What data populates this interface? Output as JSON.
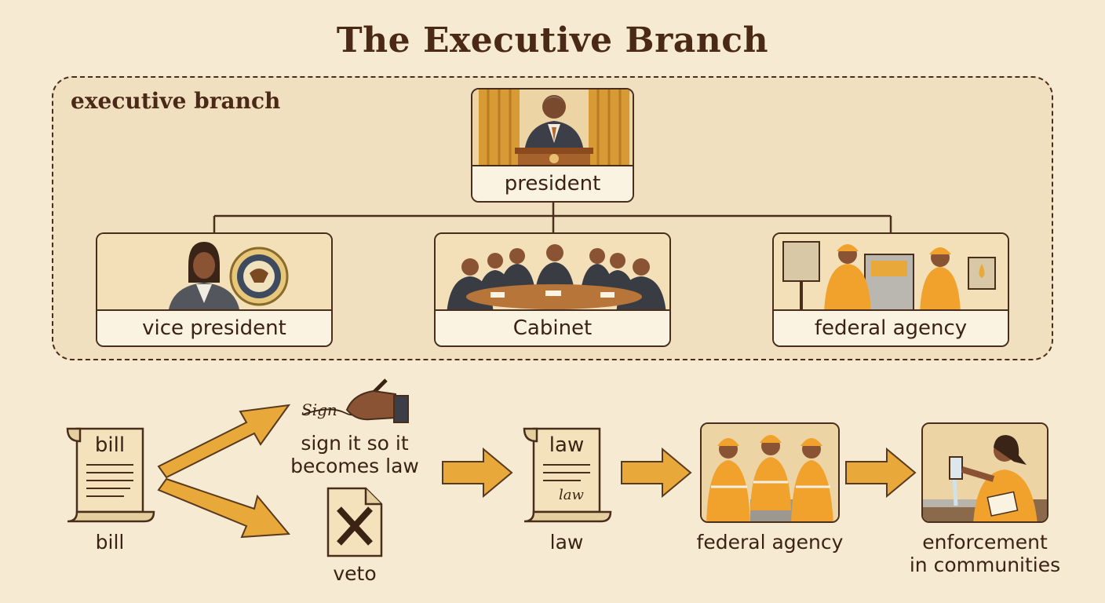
{
  "title": "The Executive Branch",
  "org_chart": {
    "group_label": "executive branch",
    "president": "president",
    "vice_president": "vice president",
    "cabinet": "Cabinet",
    "federal_agency": "federal agency"
  },
  "flow": {
    "bill_doc_text": "bill",
    "bill_label": "bill",
    "sign_script": "Sign",
    "sign_label_line1": "sign it so it",
    "sign_label_line2": "becomes law",
    "veto_label": "veto",
    "law_doc_text": "law",
    "law_signature": "law",
    "law_label": "law",
    "agency_label": "federal agency",
    "enforcement_line1": "enforcement",
    "enforcement_line2": "in communities"
  },
  "colors": {
    "background": "#f6ebd2",
    "group_fill": "#f1e0c0",
    "outline": "#4a2e1c",
    "arrow": "#e9a93a",
    "curtain": "#d89a34",
    "vest": "#f0a22c"
  },
  "icons": {
    "president": "president-at-podium-icon",
    "seal": "presidential-seal-icon",
    "sign": "signing-hand-icon",
    "veto": "veto-x-document-icon",
    "scroll": "scroll-document-icon",
    "workers": "hardhat-workers-icon",
    "water_test": "water-testing-icon"
  }
}
